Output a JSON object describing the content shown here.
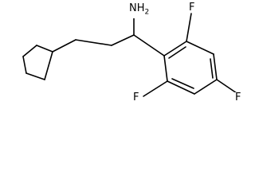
{
  "molecule": {
    "substituents": {
      "amine": "NH2",
      "fluorine_ortho_top": "F",
      "fluorine_ortho_bottom": "F",
      "fluorine_para": "F"
    },
    "colors": {
      "bond": "#000000",
      "label": "#000000",
      "background": "#ffffff"
    }
  }
}
